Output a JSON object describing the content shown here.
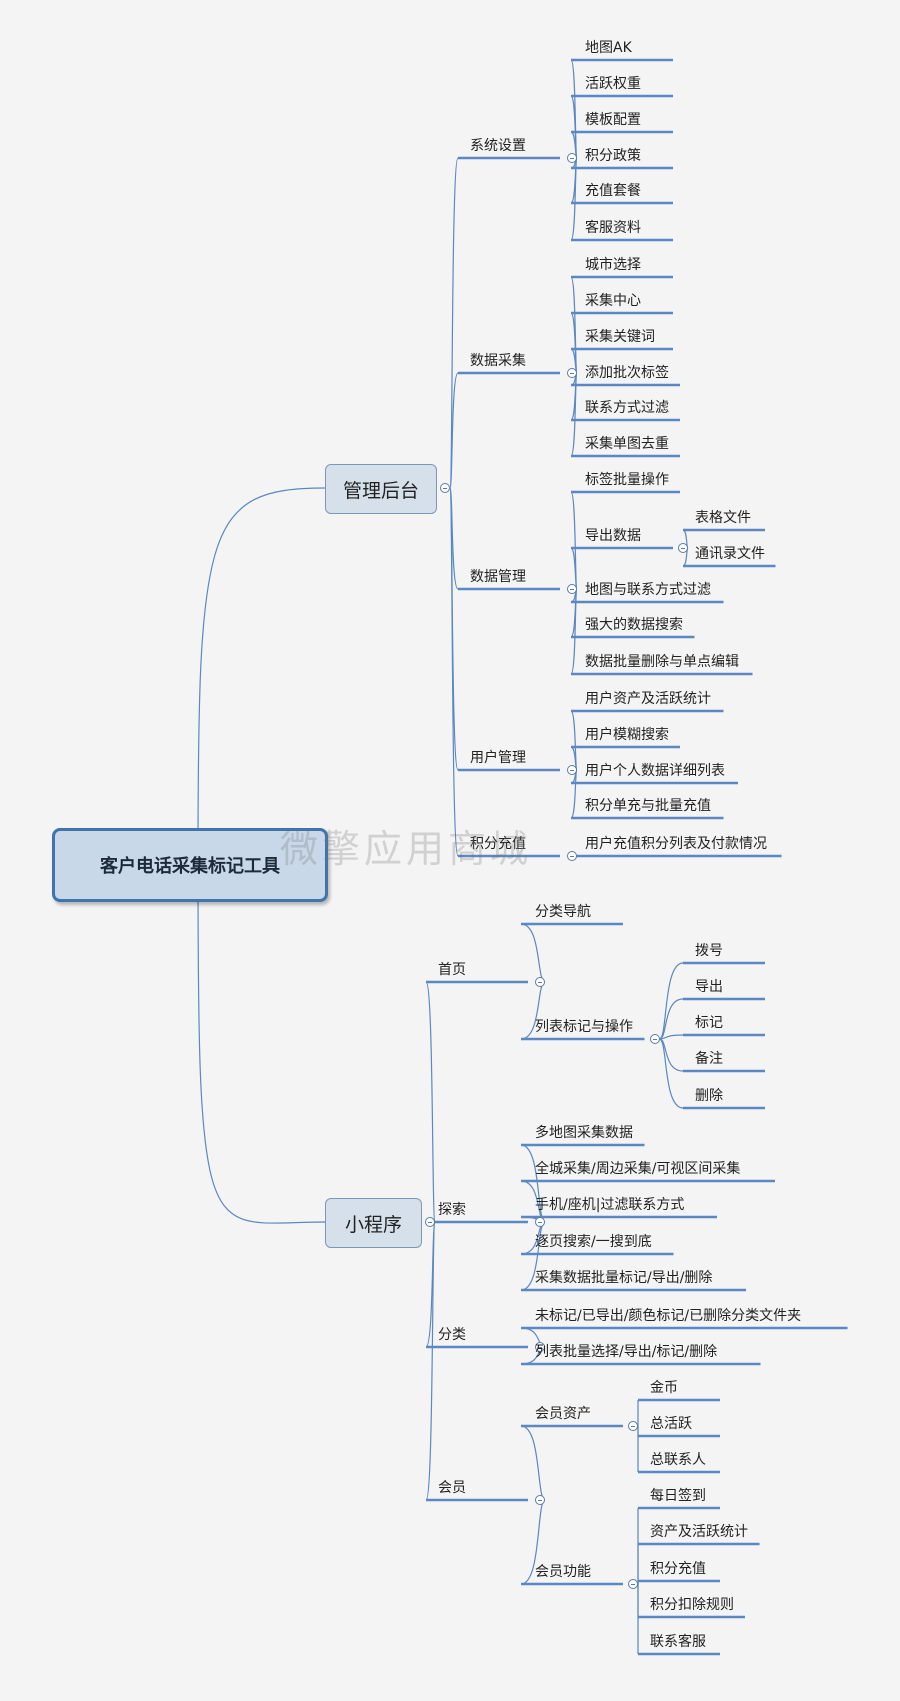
{
  "root": "客户电话采集标记工具",
  "watermark": "微擎应用商城",
  "colors": {
    "line": "#5b87c2",
    "root_border": "#3f74ad",
    "box_fill": "#d6e0ea"
  },
  "branches": [
    {
      "label": "管理后台",
      "children": [
        {
          "label": "系统设置",
          "children": [
            {
              "label": "地图AK"
            },
            {
              "label": "活跃权重"
            },
            {
              "label": "模板配置"
            },
            {
              "label": "积分政策"
            },
            {
              "label": "充值套餐"
            },
            {
              "label": "客服资料"
            }
          ]
        },
        {
          "label": "数据采集",
          "children": [
            {
              "label": "城市选择"
            },
            {
              "label": "采集中心"
            },
            {
              "label": "采集关键词"
            },
            {
              "label": "添加批次标签"
            },
            {
              "label": "联系方式过滤"
            },
            {
              "label": "采集单图去重"
            }
          ]
        },
        {
          "label": "数据管理",
          "children": [
            {
              "label": "标签批量操作"
            },
            {
              "label": "导出数据",
              "children": [
                {
                  "label": "表格文件"
                },
                {
                  "label": "通讯录文件"
                }
              ]
            },
            {
              "label": "地图与联系方式过滤"
            },
            {
              "label": "强大的数据搜索"
            },
            {
              "label": "数据批量删除与单点编辑"
            }
          ]
        },
        {
          "label": "用户管理",
          "children": [
            {
              "label": "用户资产及活跃统计"
            },
            {
              "label": "用户模糊搜索"
            },
            {
              "label": "用户个人数据详细列表"
            },
            {
              "label": "积分单充与批量充值"
            }
          ]
        },
        {
          "label": "积分充值",
          "children": [
            {
              "label": "用户充值积分列表及付款情况"
            }
          ]
        }
      ]
    },
    {
      "label": "小程序",
      "children": [
        {
          "label": "首页",
          "children": [
            {
              "label": "分类导航"
            },
            {
              "label": "列表标记与操作",
              "children": [
                {
                  "label": "拨号"
                },
                {
                  "label": "导出"
                },
                {
                  "label": "标记"
                },
                {
                  "label": "备注"
                },
                {
                  "label": "删除"
                }
              ]
            }
          ]
        },
        {
          "label": "探索",
          "children": [
            {
              "label": "多地图采集数据"
            },
            {
              "label": "全城采集/周边采集/可视区间采集"
            },
            {
              "label": "手机/座机|过滤联系方式"
            },
            {
              "label": "逐页搜索/一搜到底"
            },
            {
              "label": "采集数据批量标记/导出/删除"
            }
          ]
        },
        {
          "label": "分类",
          "children": [
            {
              "label": "未标记/已导出/颜色标记/已删除分类文件夹"
            },
            {
              "label": "列表批量选择/导出/标记/删除"
            }
          ]
        },
        {
          "label": "会员",
          "children": [
            {
              "label": "会员资产",
              "children": [
                {
                  "label": "金币"
                },
                {
                  "label": "总活跃"
                },
                {
                  "label": "总联系人"
                }
              ]
            },
            {
              "label": "会员功能",
              "children": [
                {
                  "label": "每日签到"
                },
                {
                  "label": "资产及活跃统计"
                },
                {
                  "label": "积分充值"
                },
                {
                  "label": "积分扣除规则"
                },
                {
                  "label": "联系客服"
                }
              ]
            }
          ]
        }
      ]
    }
  ]
}
